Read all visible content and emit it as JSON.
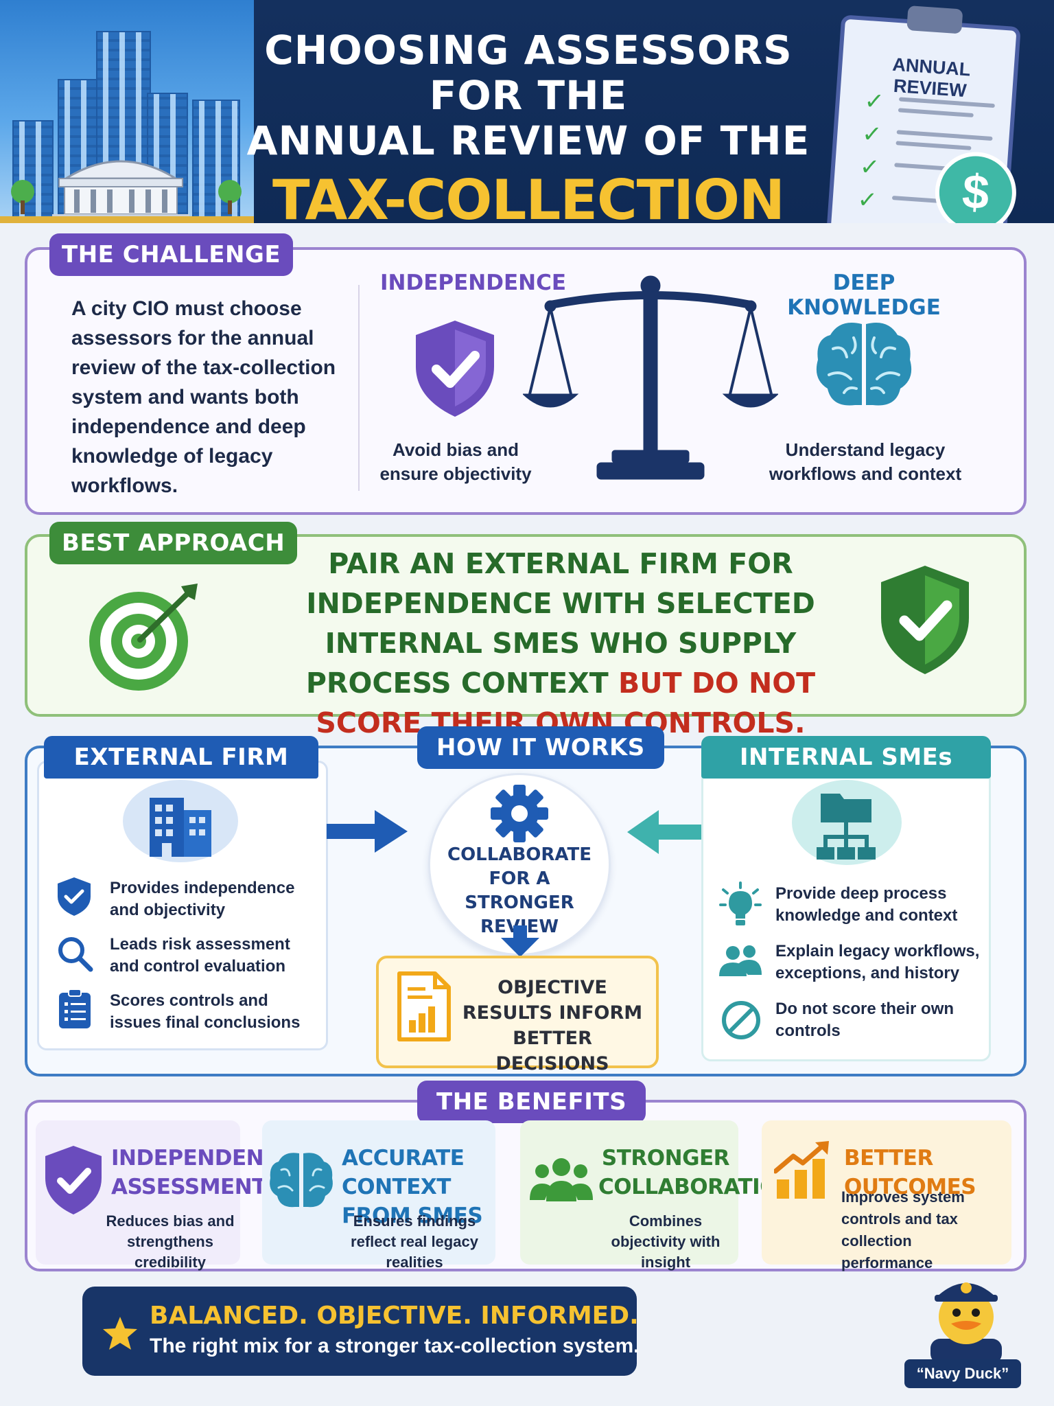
{
  "header": {
    "title_line1": "CHOOSING ASSESSORS FOR THE",
    "title_line2": "ANNUAL REVIEW OF THE",
    "title_accent": "TAX-COLLECTION SYSTEM",
    "clipboard_title": "ANNUAL REVIEW",
    "clipboard_icon": "dollar-icon",
    "dollar_symbol": "$"
  },
  "challenge": {
    "tag": "THE CHALLENGE",
    "text": "A city CIO must choose assessors for the annual review of the tax-collection system and wants both independence and deep knowledge of legacy workflows.",
    "independence": {
      "heading": "INDEPENDENCE",
      "caption": "Avoid bias and ensure objectivity",
      "icon": "shield-check-icon"
    },
    "scale_icon": "balance-scale-icon",
    "deep_knowledge": {
      "heading": "DEEP KNOWLEDGE",
      "caption": "Understand legacy workflows and context",
      "icon": "brain-icon"
    }
  },
  "approach": {
    "tag": "BEST APPROACH",
    "part1": "PAIR AN EXTERNAL FIRM FOR INDEPENDENCE WITH SELECTED INTERNAL SMES WHO SUPPLY PROCESS CONTEXT",
    "part2": "BUT DO NOT SCORE THEIR OWN CONTROLS.",
    "left_icon": "target-icon",
    "right_icon": "shield-check-icon"
  },
  "how": {
    "tag": "HOW IT WORKS",
    "external": {
      "tag": "EXTERNAL FIRM",
      "icon": "office-building-icon",
      "items": [
        {
          "icon": "shield-check-icon",
          "text": "Provides independence and objectivity"
        },
        {
          "icon": "magnifier-icon",
          "text": "Leads risk assessment and control evaluation"
        },
        {
          "icon": "clipboard-list-icon",
          "text": "Scores controls and issues final conclusions"
        }
      ]
    },
    "center": {
      "icon": "gear-icon",
      "label": "COLLABORATE FOR A STRONGER REVIEW"
    },
    "result": {
      "icon": "report-chart-icon",
      "label": "OBJECTIVE RESULTS INFORM BETTER DECISIONS"
    },
    "internal": {
      "tag": "INTERNAL SMEs",
      "icon": "folder-hierarchy-icon",
      "items": [
        {
          "icon": "lightbulb-icon",
          "text": "Provide deep process knowledge and context"
        },
        {
          "icon": "people-icon",
          "text": "Explain legacy workflows, exceptions, and history"
        },
        {
          "icon": "no-entry-icon",
          "text": "Do not score their own controls"
        }
      ]
    }
  },
  "benefits": {
    "tag": "THE BENEFITS",
    "cards": [
      {
        "title": "INDEPENDENT ASSESSMENT",
        "text": "Reduces bias and strengthens credibility",
        "icon": "shield-check-icon",
        "color": "#6a4cbd"
      },
      {
        "title": "ACCURATE CONTEXT FROM SMES",
        "text": "Ensures findings reflect real legacy realities",
        "icon": "brain-icon",
        "color": "#1f74b6"
      },
      {
        "title": "STRONGER COLLABORATION",
        "text": "Combines objectivity with insight",
        "icon": "people-icon",
        "color": "#2f7d32"
      },
      {
        "title": "BETTER OUTCOMES",
        "text": "Improves system controls and tax collection performance",
        "icon": "growth-chart-icon",
        "color": "#e07b12"
      }
    ]
  },
  "footer": {
    "icon": "star-icon",
    "headline": "BALANCED. OBJECTIVE. INFORMED.",
    "subline": "The right mix for a stronger tax-collection system.",
    "mascot": "duck-mascot-icon",
    "mascot_label": "“Navy Duck”"
  },
  "colors": {
    "navy": "#14305e",
    "purple": "#6a4cbd",
    "green": "#3d8d3a",
    "blue": "#1f5cb4",
    "teal": "#2fa2a6",
    "gold": "#f6c231",
    "red": "#c32d1e"
  }
}
